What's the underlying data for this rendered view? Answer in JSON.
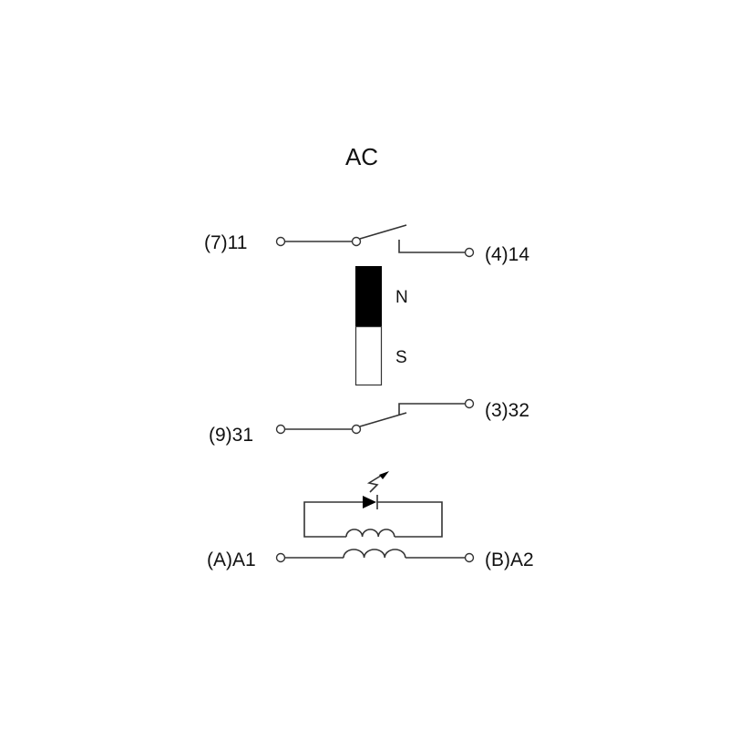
{
  "diagram": {
    "title": "AC",
    "contacts": {
      "nc_contact": {
        "common": "(7)11",
        "normally_open": "(4)14"
      },
      "no_contact": {
        "common": "(9)31",
        "normally_closed": "(3)32"
      }
    },
    "magnet": {
      "north": "N",
      "south": "S"
    },
    "coil": {
      "terminal_a": "(A)A1",
      "terminal_b": "(B)A2"
    },
    "components": [
      "changeover-switch",
      "changeover-switch",
      "permanent-magnet",
      "led-indicator",
      "coil",
      "coil"
    ],
    "colors": {
      "line": "#333333",
      "magnet_north": "#000000",
      "background": "#ffffff"
    }
  }
}
